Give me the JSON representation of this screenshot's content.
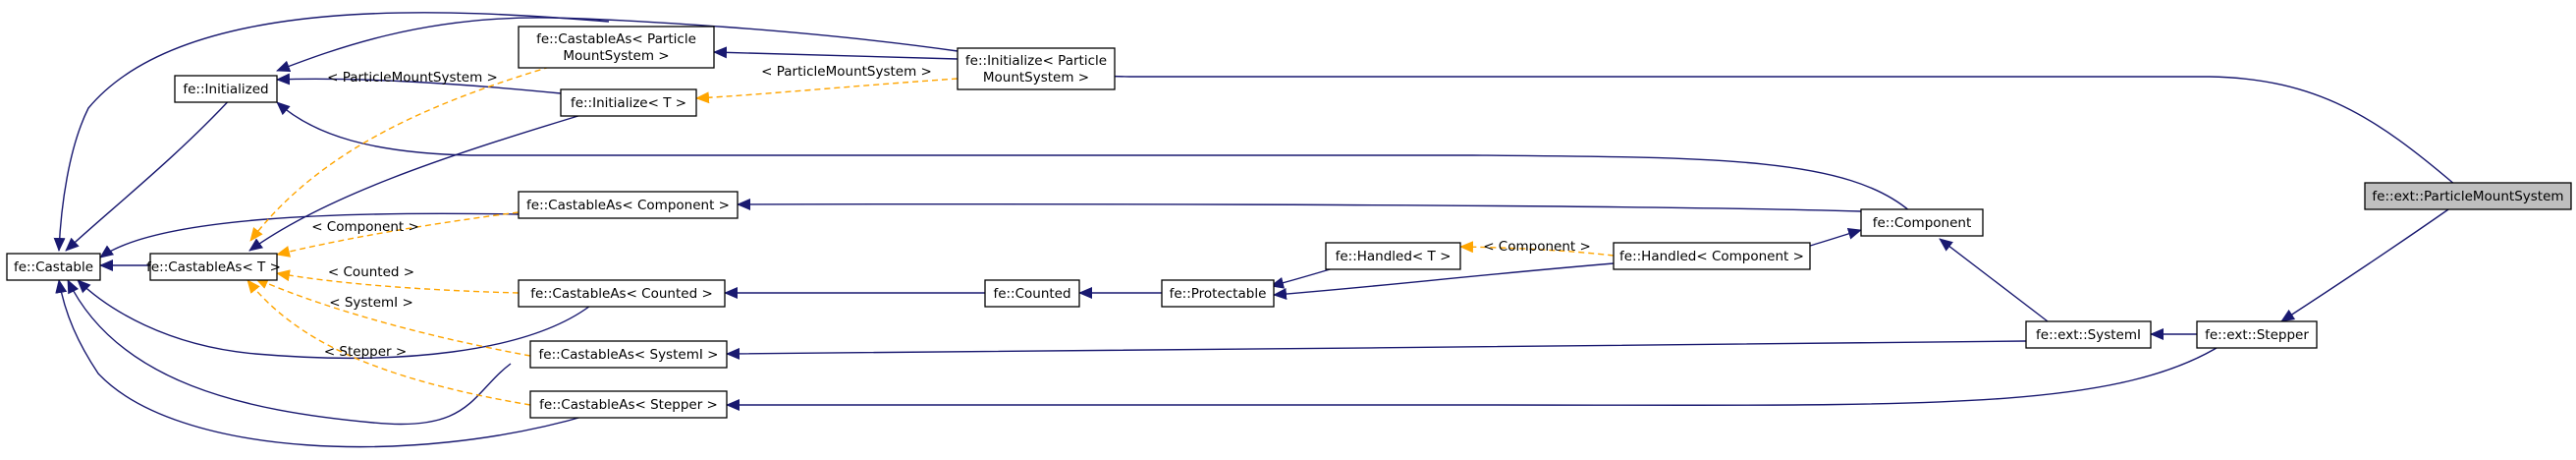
{
  "nodes": {
    "castable": "fe::Castable",
    "initialized": "fe::Initialized",
    "castable_t": "fe::CastableAs< T >",
    "castable_pms": [
      "fe::CastableAs< Particle",
      "MountSystem >"
    ],
    "initialize_t": "fe::Initialize< T >",
    "initialize_pms": [
      "fe::Initialize< Particle",
      "MountSystem >"
    ],
    "castable_component": "fe::CastableAs< Component >",
    "castable_counted": "fe::CastableAs< Counted >",
    "castable_systemi": "fe::CastableAs< SystemI >",
    "castable_stepper": "fe::CastableAs< Stepper >",
    "counted": "fe::Counted",
    "protectable": "fe::Protectable",
    "handled_t": "fe::Handled< T >",
    "handled_component": "fe::Handled< Component >",
    "component": "fe::Component",
    "systemi": "fe::ext::SystemI",
    "stepper": "fe::ext::Stepper",
    "particle_mount_system": "fe::ext::ParticleMountSystem"
  },
  "edge_labels": {
    "pms_to_initialize": "< ParticleMountSystem >",
    "pms_to_castable": "< ParticleMountSystem >",
    "component": "< Component >",
    "counted": "< Counted >",
    "systemi": "< SystemI >",
    "stepper": "< Stepper >",
    "handled_component": "< Component >"
  },
  "colors": {
    "inheritance_edge": "#191970",
    "template_edge": "#ffa500",
    "highlight_node": "#bfbfbf"
  }
}
